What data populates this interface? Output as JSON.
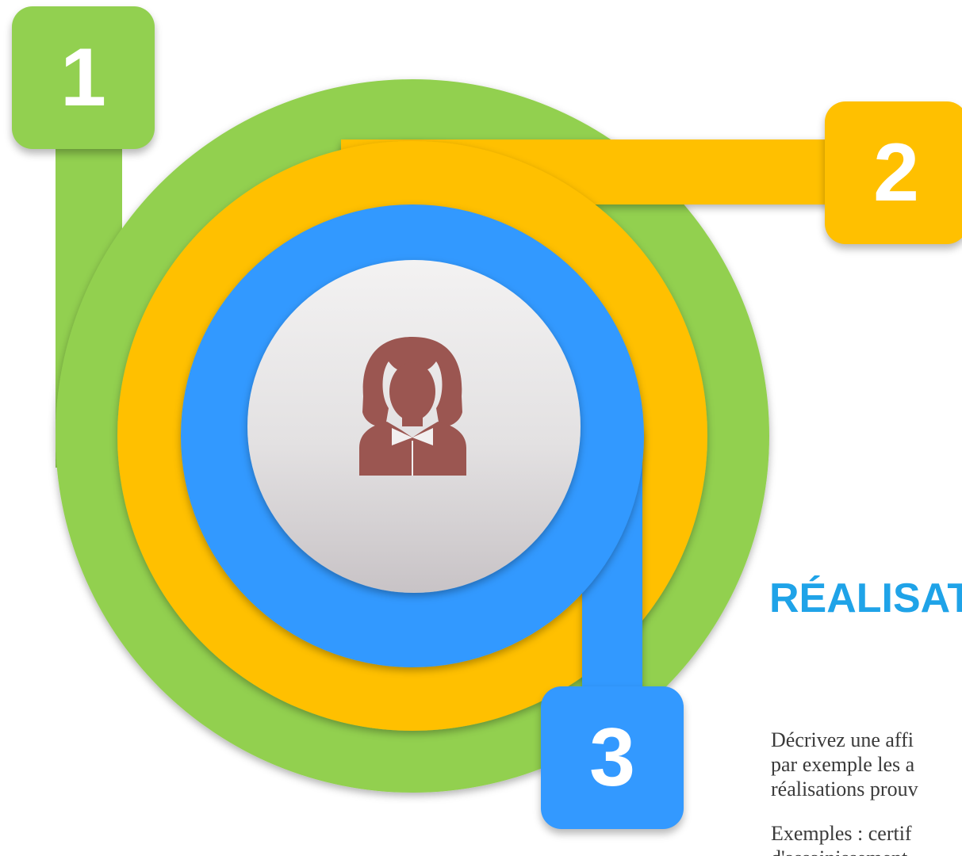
{
  "badges": {
    "one": "1",
    "two": "2",
    "three": "3"
  },
  "heading": "RÉALISAT",
  "description": {
    "line1": "Décrivez une affi",
    "line2": "par exemple les a",
    "line3": "réalisations prouv"
  },
  "examples": {
    "line1": "Exemples : certif",
    "line2": "d'assainissement"
  },
  "icons": {
    "center": "woman-avatar-icon"
  },
  "colors": {
    "green": "#92D050",
    "yellow": "#FFC000",
    "blue": "#3399FF",
    "heading": "#1FA3E8",
    "icon": "#9B5651"
  }
}
